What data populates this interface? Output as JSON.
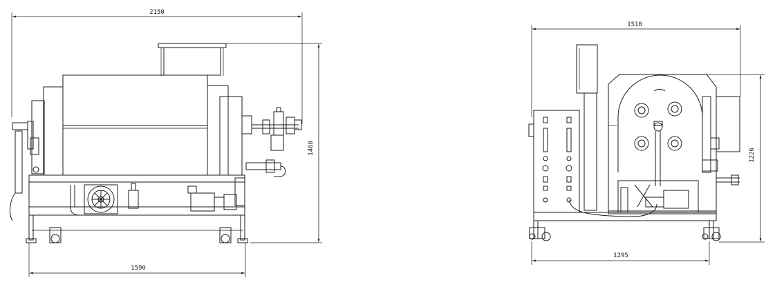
{
  "dimensions": {
    "front_width": "2150",
    "front_base_width": "1590",
    "front_height": "1460",
    "side_width": "1510",
    "side_base_width": "1295",
    "side_height": "1226"
  }
}
